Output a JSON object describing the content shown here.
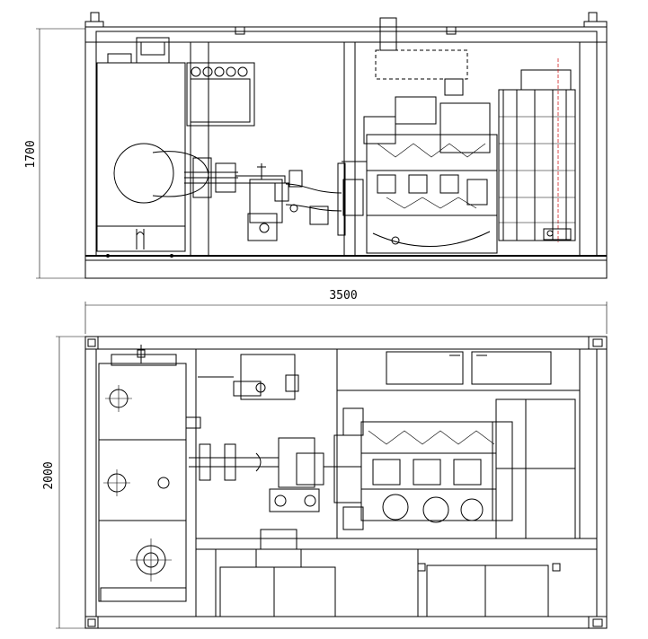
{
  "dimensions": {
    "top_height": "1700",
    "overall_length": "3500",
    "bottom_width": "2000"
  },
  "colors": {
    "line": "#000000",
    "centerline": "#d21c1c",
    "background": "#ffffff"
  }
}
